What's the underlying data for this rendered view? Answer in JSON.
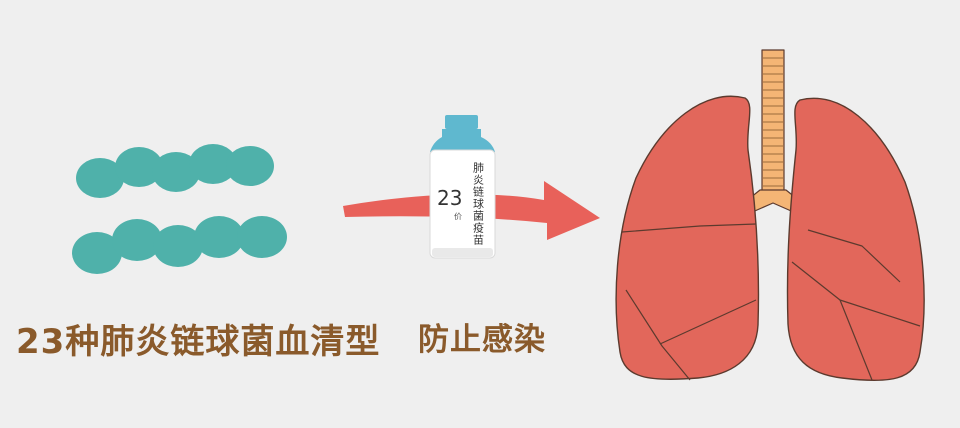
{
  "labels": {
    "serotypes": "23种肺炎链球菌血清型",
    "prevent": "防止感染"
  },
  "vial": {
    "number": "23",
    "unit": "价",
    "vertical_text": "肺炎链球菌疫苗"
  },
  "colors": {
    "background": "#efefef",
    "bacteria": "#4fb1aa",
    "arrow": "#e8615a",
    "lung": "#e2675b",
    "trachea": "#f4b575",
    "label_text": "#8a5a2b",
    "vial_cap": "#5fb8cf"
  },
  "icons": {
    "bacteria": "bacteria-chain-icon",
    "arrow": "arrow-right-icon",
    "vial": "vaccine-vial-icon",
    "lungs": "lungs-icon"
  }
}
